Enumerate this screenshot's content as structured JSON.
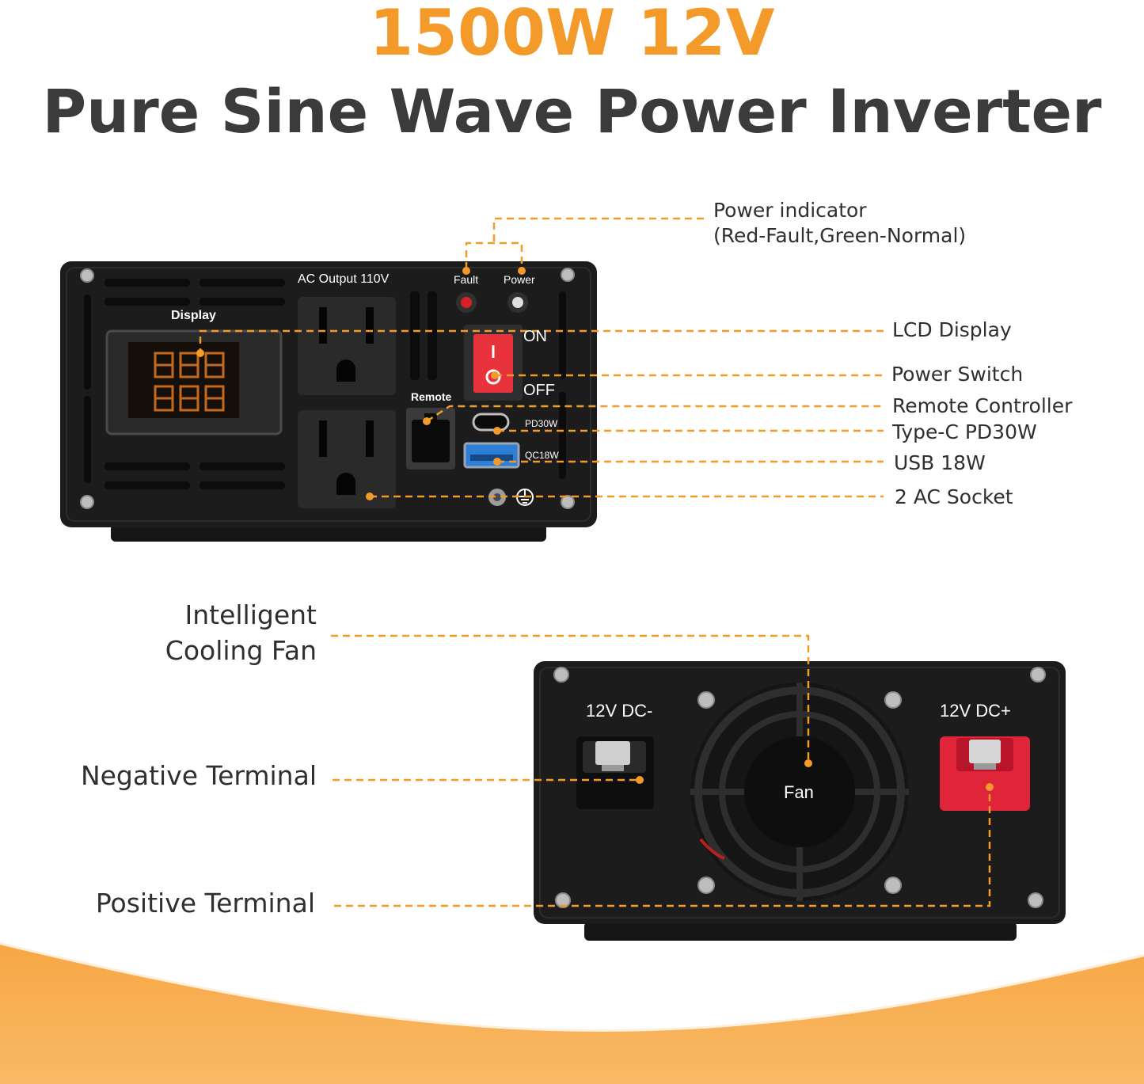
{
  "header": {
    "model": "1500W 12V",
    "product": "Pure Sine Wave Power Inverter"
  },
  "front_panel": {
    "callouts": {
      "power_indicator": "Power indicator",
      "power_indicator_note": "(Red-Fault,Green-Normal)",
      "lcd_display": "LCD Display",
      "power_switch": "Power Switch",
      "remote_controller": "Remote Controller",
      "type_c": "Type-C PD30W",
      "usb": "USB 18W",
      "ac_socket": "2 AC Socket"
    },
    "labels": {
      "ac_output": "AC Output 110V",
      "display": "Display",
      "fault": "Fault",
      "power": "Power",
      "on": "ON",
      "off": "OFF",
      "remote": "Remote",
      "pd30w": "PD30W",
      "qc18w": "QC18W"
    }
  },
  "rear_panel": {
    "callouts": {
      "cooling_fan_line1": "Intelligent",
      "cooling_fan_line2": "Cooling Fan",
      "negative_terminal": "Negative Terminal",
      "positive_terminal": "Positive Terminal"
    },
    "labels": {
      "dc_negative": "12V DC-",
      "dc_positive": "12V DC+",
      "fan": "Fan"
    }
  },
  "colors": {
    "accent": "#f39a2b",
    "text_dark": "#3b3b3b",
    "device_body": "#1c1c1c",
    "positive_red": "#e0243a",
    "fault_led": "#d8202a",
    "switch_red": "#e8323c",
    "usb_blue": "#2f7fd6",
    "lcd_digits": "#c46a1e",
    "footer_wave": "#f8b25a"
  }
}
